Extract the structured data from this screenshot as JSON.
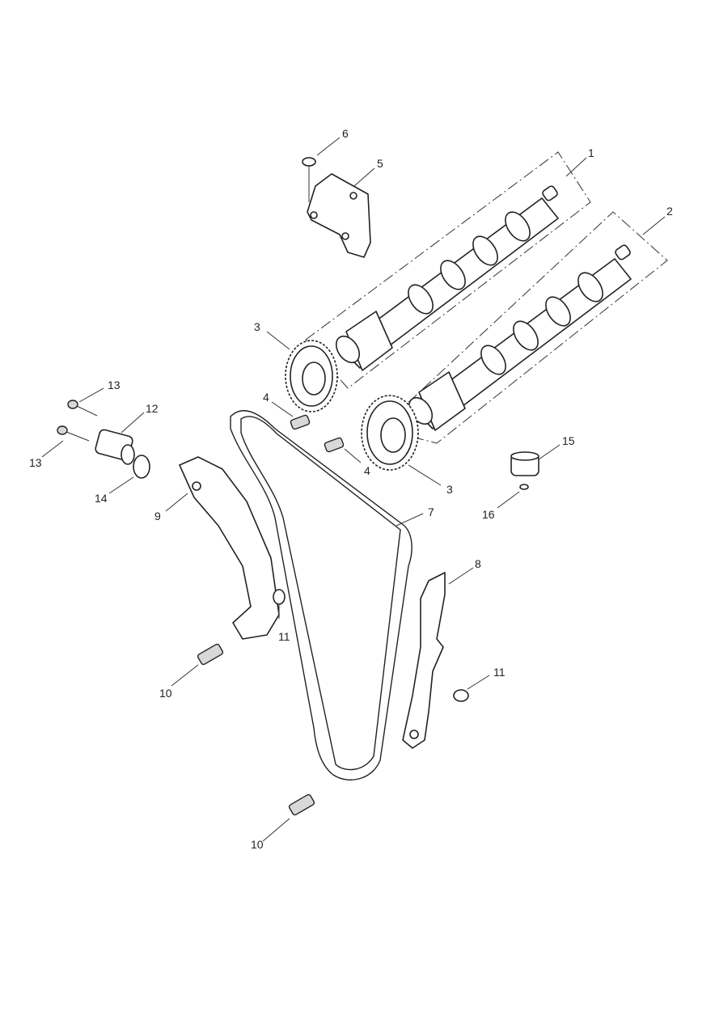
{
  "callouts": [
    {
      "id": "c1",
      "label": "1"
    },
    {
      "id": "c2",
      "label": "2"
    },
    {
      "id": "c3a",
      "label": "3"
    },
    {
      "id": "c3b",
      "label": "3"
    },
    {
      "id": "c4a",
      "label": "4"
    },
    {
      "id": "c4b",
      "label": "4"
    },
    {
      "id": "c5",
      "label": "5"
    },
    {
      "id": "c6",
      "label": "6"
    },
    {
      "id": "c7",
      "label": "7"
    },
    {
      "id": "c8",
      "label": "8"
    },
    {
      "id": "c9",
      "label": "9"
    },
    {
      "id": "c10a",
      "label": "10"
    },
    {
      "id": "c10b",
      "label": "10"
    },
    {
      "id": "c11a",
      "label": "11"
    },
    {
      "id": "c11b",
      "label": "11"
    },
    {
      "id": "c12",
      "label": "12"
    },
    {
      "id": "c13a",
      "label": "13"
    },
    {
      "id": "c13b",
      "label": "13"
    },
    {
      "id": "c14",
      "label": "14"
    },
    {
      "id": "c15",
      "label": "15"
    },
    {
      "id": "c16",
      "label": "16"
    }
  ]
}
